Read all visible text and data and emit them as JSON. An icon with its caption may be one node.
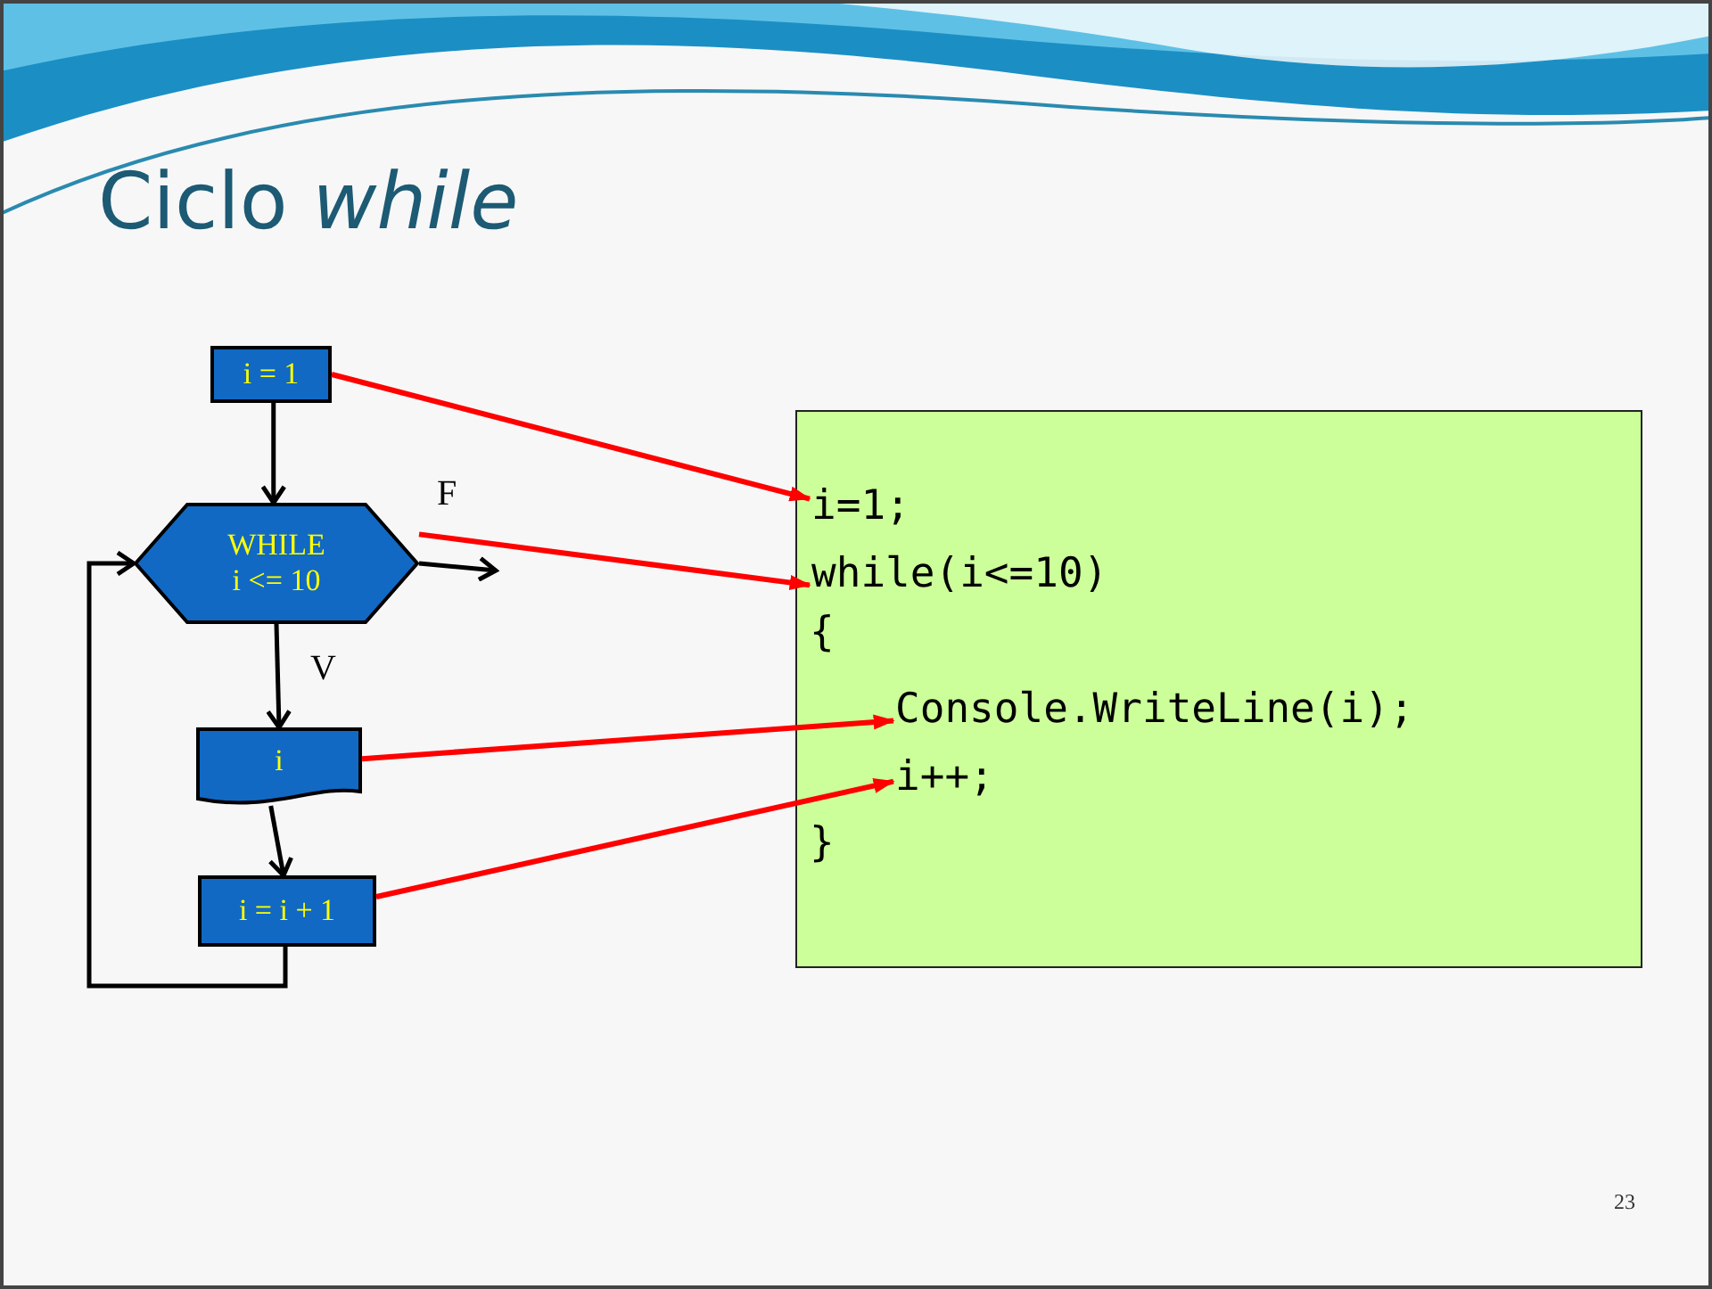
{
  "diagram": {
    "title": "Ciclo *while*",
    "nodes": [
      {
        "text": [
          "i = 1"
        ]
      },
      {
        "text": [
          "WHILE i <= 10"
        ]
      },
      {
        "text": [
          "i"
        ]
      },
      {
        "text": [
          "i = i + 1"
        ]
      },
      {
        "text": [],
        "shape": "box"
      },
      {
        "text": [
          "i=1;"
        ],
        "in": 4
      },
      {
        "text": [
          "while(i<=10)"
        ],
        "in": 4
      },
      {
        "text": [
          "Console.WriteLine(i);"
        ],
        "in": 4
      },
      {
        "text": [
          "i++;"
        ],
        "in": 4
      }
    ],
    "edges": [
      {
        "from": 0,
        "to": 1,
        "arrow": "to"
      },
      {
        "from": 1,
        "to": null,
        "arrow": "to",
        "label": "F"
      },
      {
        "from": 1,
        "to": 2,
        "arrow": "to",
        "label": "V"
      },
      {
        "from": 2,
        "to": 3,
        "arrow": "to"
      },
      {
        "from": 3,
        "to": 1,
        "arrow": "to"
      },
      {
        "from": 0,
        "to": 5,
        "arrow": "to",
        "color": "#ff0000"
      },
      {
        "from": 1,
        "to": 6,
        "arrow": "to",
        "color": "#ff0000"
      },
      {
        "from": 2,
        "to": 7,
        "arrow": "to",
        "color": "#ff0000"
      },
      {
        "from": 3,
        "to": 8,
        "arrow": "to",
        "color": "#ff0000"
      }
    ],
    "labels": [
      "{",
      "}",
      "23"
    ]
  }
}
